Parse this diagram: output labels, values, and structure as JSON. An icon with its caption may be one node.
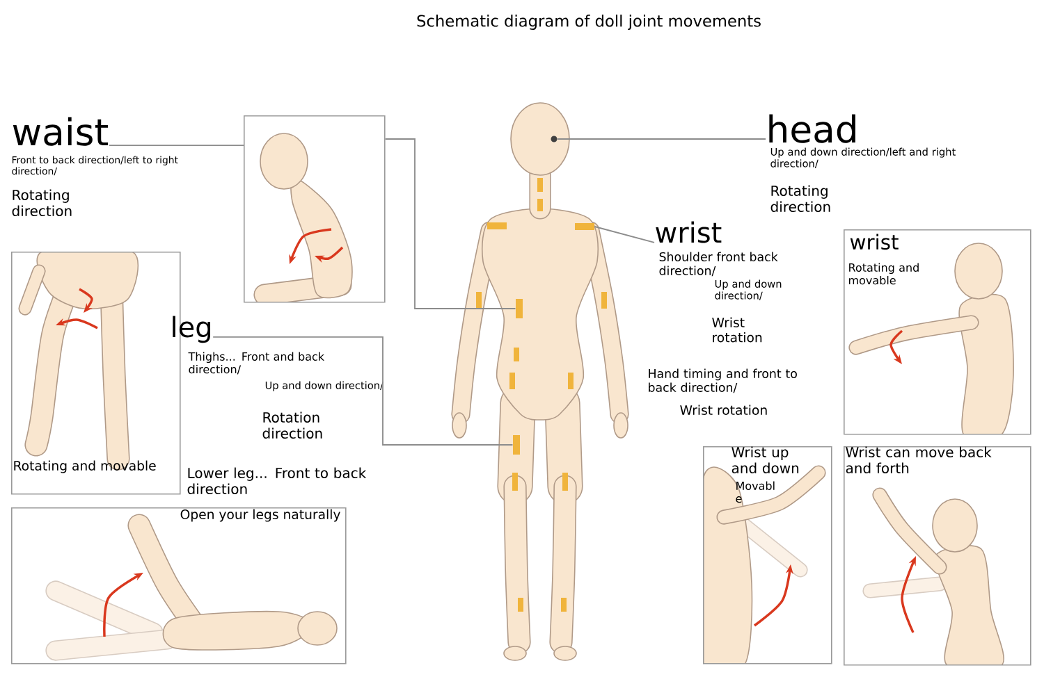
{
  "diagram": {
    "title": "Schematic diagram of doll joint movements",
    "nodes": [
      {
        "text": [],
        "shape": "picture"
      },
      {
        "text": [],
        "shape": "circle",
        "in": 0
      },
      {
        "text": [],
        "shape": "bar",
        "in": 0
      },
      {
        "text": [],
        "shape": "bar",
        "in": 0
      },
      {
        "text": [],
        "shape": "bar",
        "in": 0
      },
      {
        "text": [
          "waist",
          "Front to back direction/left to right direction/",
          "Rotating direction"
        ]
      },
      {
        "text": [],
        "shape": "picture"
      },
      {
        "text": [
          "Rotating and movable"
        ]
      },
      {
        "text": [
          "leg",
          "Thighs... Front and back direction/",
          "Up and down direction/",
          "Rotation direction",
          "Lower leg... Front to back direction"
        ]
      },
      {
        "text": [
          "Open your legs naturally"
        ]
      },
      {
        "text": [
          "head",
          "Up and down direction/left and right direction/",
          "Rotating direction"
        ]
      },
      {
        "text": [
          "wrist",
          "Shoulder front back direction/",
          "Up and down direction/",
          "Wrist rotation",
          "Hand timing and front to back direction/",
          "Wrist rotation"
        ]
      },
      {
        "text": [
          "wrist",
          "Rotating and movable"
        ]
      },
      {
        "text": [
          "Wrist up and down",
          "Movabl e"
        ]
      },
      {
        "text": [
          "Wrist can move back and forth"
        ]
      }
    ],
    "edges": [
      {
        "from": 5,
        "to": 6,
        "arrow": "none"
      },
      {
        "from": 6,
        "to": 3,
        "arrow": "none"
      },
      {
        "from": 1,
        "to": 10,
        "arrow": "none"
      },
      {
        "from": 2,
        "to": 11,
        "arrow": "none"
      },
      {
        "from": 8,
        "to": 4,
        "arrow": "none"
      }
    ]
  }
}
